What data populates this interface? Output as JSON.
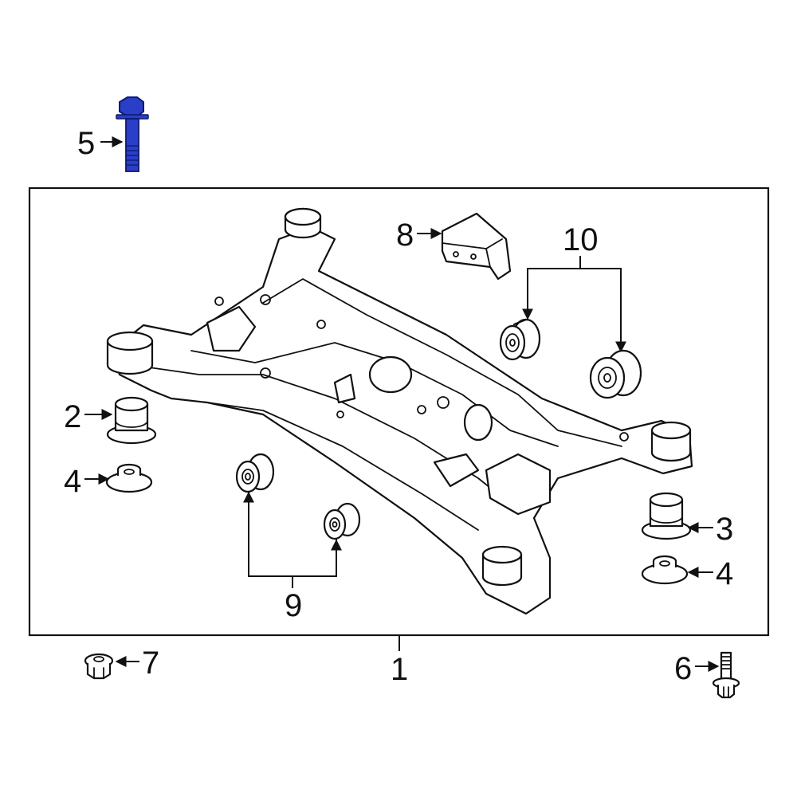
{
  "diagram": {
    "accent_color": "#2a3ec8",
    "highlighted_part": "5",
    "callouts": {
      "c1": "1",
      "c2": "2",
      "c3": "3",
      "c4_left": "4",
      "c4_right": "4",
      "c5": "5",
      "c6": "6",
      "c7": "7",
      "c8": "8",
      "c9": "9",
      "c10": "10"
    },
    "parts": [
      {
        "callout": "1",
        "icon": "subframe-crossmember-icon"
      },
      {
        "callout": "2",
        "icon": "bushing-icon"
      },
      {
        "callout": "3",
        "icon": "bushing-icon"
      },
      {
        "callout": "4",
        "icon": "washer-icon"
      },
      {
        "callout": "5",
        "icon": "bolt-icon"
      },
      {
        "callout": "6",
        "icon": "bolt-icon"
      },
      {
        "callout": "7",
        "icon": "nut-icon"
      },
      {
        "callout": "8",
        "icon": "bracket-icon"
      },
      {
        "callout": "9",
        "icon": "bushing-icon"
      },
      {
        "callout": "10",
        "icon": "bushing-icon"
      }
    ]
  }
}
